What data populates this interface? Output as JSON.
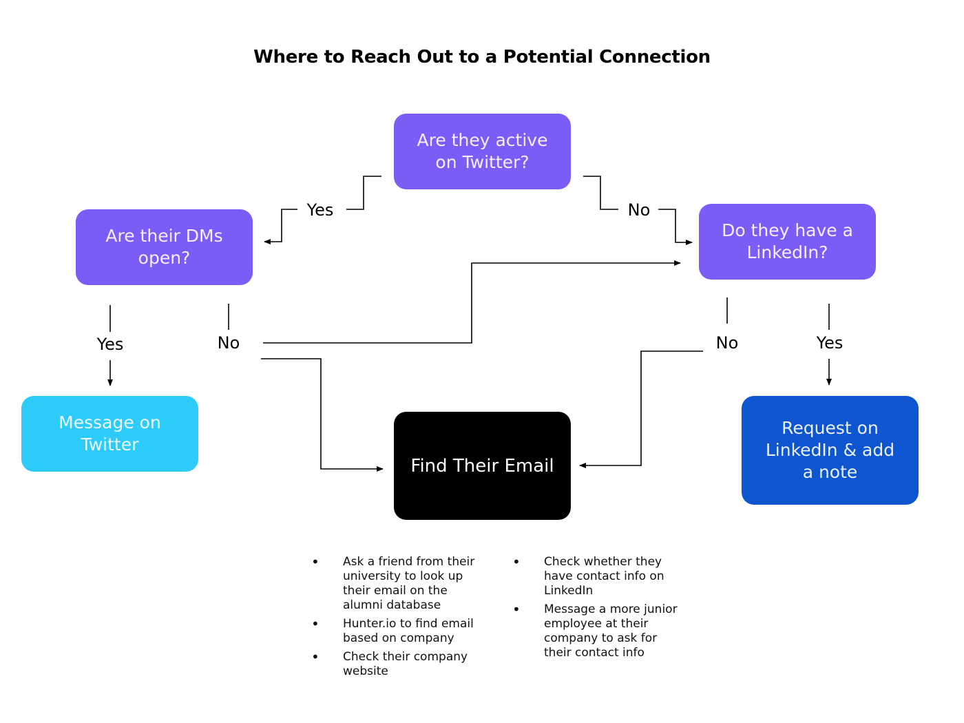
{
  "title": "Where to Reach Out to a Potential Connection",
  "nodes": {
    "twitter_active": "Are they active\non Twitter?",
    "dms_open": "Are their DMs\nopen?",
    "has_linkedin": "Do they have a\nLinkedIn?",
    "message_twitter": "Message on\nTwitter",
    "find_email": "Find Their Email",
    "request_linkedin": "Request on\nLinkedIn & add\na note"
  },
  "edges": {
    "twitter_yes": "Yes",
    "twitter_no": "No",
    "dms_yes": "Yes",
    "dms_no": "No",
    "linkedin_no": "No",
    "linkedin_yes": "Yes"
  },
  "colors": {
    "question": "#7b5cf6",
    "twitter_action": "#2ccbfa",
    "linkedin_action": "#0d56cf",
    "email_action": "#000000"
  },
  "find_email_tips": {
    "left": [
      "Ask a friend from their\nuniversity to look up\ntheir email on the\nalumni database",
      "Hunter.io to find email\nbased on company",
      "Check their company\nwebsite"
    ],
    "right": [
      "Check whether they\nhave contact info on\nLinkedIn",
      "Message a more junior\nemployee at their\ncompany to ask for\ntheir contact info"
    ]
  }
}
